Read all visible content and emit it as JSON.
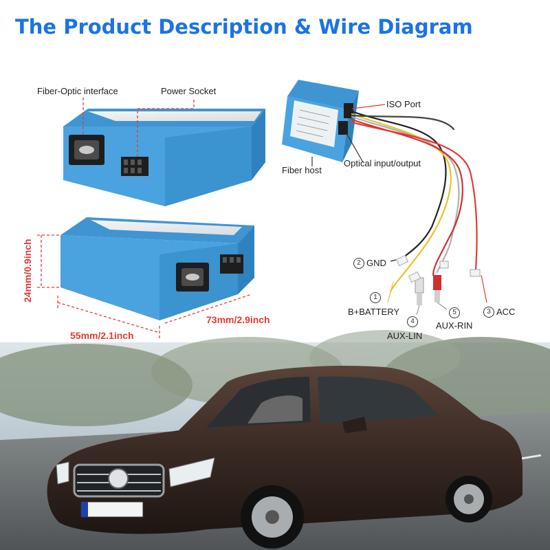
{
  "title": "The Product Description & Wire Diagram",
  "callouts": {
    "fiber_optic_interface": "Fiber-Optic interface",
    "power_socket": "Power Socket",
    "iso_port": "ISO Port",
    "fiber_host": "Fiber host",
    "optical_io": "Optical input/output"
  },
  "dimensions": {
    "height": "24mm/0.9inch",
    "width": "55mm/2.1inch",
    "length": "73mm/2.9inch"
  },
  "wires": [
    {
      "num": "1",
      "label": "B+BATTERY"
    },
    {
      "num": "2",
      "label": "GND"
    },
    {
      "num": "3",
      "label": "ACC"
    },
    {
      "num": "4",
      "label": "AUX-LIN"
    },
    {
      "num": "5",
      "label": "AUX-RIN"
    }
  ],
  "colors": {
    "title": "#1a73e8",
    "module_blue": "#4aa3df",
    "dimension_red": "#e53935",
    "car_body": "#3a2a24"
  }
}
